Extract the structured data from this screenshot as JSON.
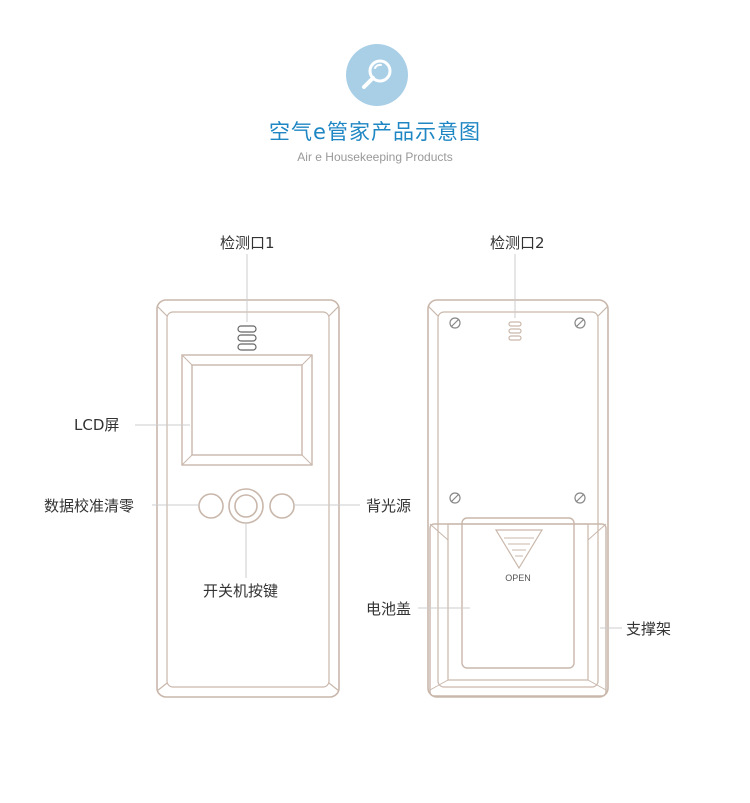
{
  "header": {
    "icon": "search-icon",
    "title": "空气e管家产品示意图",
    "subtitle": "Air e Housekeeping Products"
  },
  "front_device": {
    "label_sensor_port": "检测口1",
    "label_lcd": "LCD屏",
    "label_calibrate": "数据校准清零",
    "label_backlight": "背光源",
    "label_power": "开关机按键"
  },
  "back_device": {
    "label_sensor_port": "检测口2",
    "label_battery_cover": "电池盖",
    "label_stand": "支撑架",
    "open_text": "OPEN"
  },
  "colors": {
    "accent": "#1e86c3",
    "icon_bg": "#a9cfe7",
    "device_outline": "#c9b7ab",
    "leader_line": "#cccccc"
  }
}
